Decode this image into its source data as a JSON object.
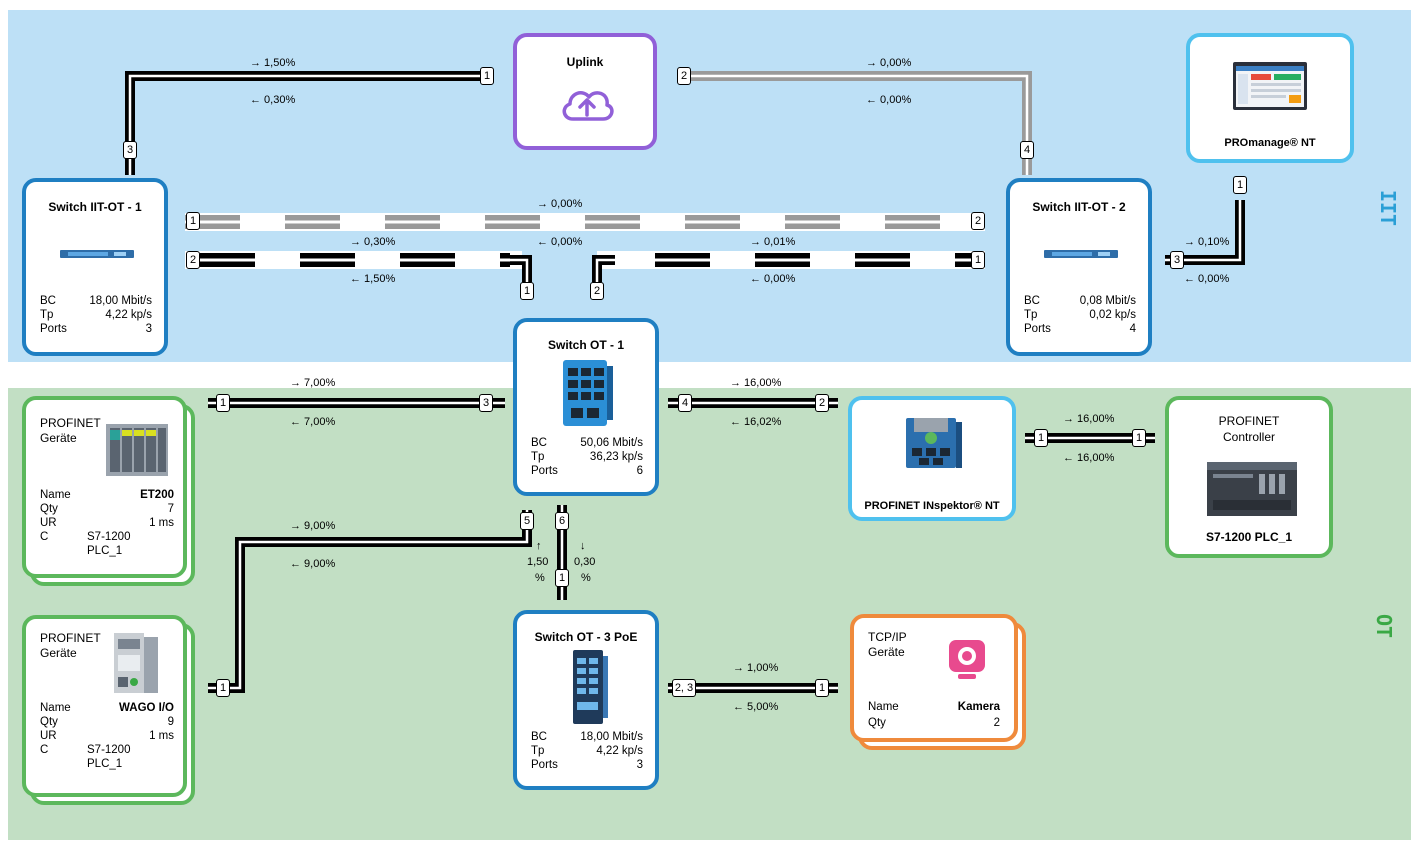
{
  "zones": {
    "iit": "IIT",
    "ot": "OT"
  },
  "colors": {
    "iit_zone": "#bde0f6",
    "ot_zone": "#c2dfc4",
    "switch": "#1f7fc2",
    "app": "#4fc1ee",
    "uplink": "#9160d8",
    "profinet": "#5cb85c",
    "tcpip": "#ef8a3c"
  },
  "uplink": {
    "title": "Uplink",
    "icon": "cloud-upload-icon"
  },
  "promanage": {
    "title": "PROmanage® NT"
  },
  "switch_iit_1": {
    "title": "Switch IIT-OT - 1",
    "bc_label": "BC",
    "bc": "18,00 Mbit/s",
    "tp_label": "Tp",
    "tp": "4,22 kp/s",
    "ports_label": "Ports",
    "ports": "3"
  },
  "switch_iit_2": {
    "title": "Switch IIT-OT - 2",
    "bc_label": "BC",
    "bc": "0,08 Mbit/s",
    "tp_label": "Tp",
    "tp": "0,02 kp/s",
    "ports_label": "Ports",
    "ports": "4"
  },
  "switch_ot_1": {
    "title": "Switch OT - 1",
    "bc_label": "BC",
    "bc": "50,06 Mbit/s",
    "tp_label": "Tp",
    "tp": "36,23 kp/s",
    "ports_label": "Ports",
    "ports": "6"
  },
  "switch_ot_3": {
    "title": "Switch OT - 3 PoE",
    "bc_label": "BC",
    "bc": "18,00 Mbit/s",
    "tp_label": "Tp",
    "tp": "4,22 kp/s",
    "ports_label": "Ports",
    "ports": "3"
  },
  "et200": {
    "type": "PROFINET",
    "type2": "Geräte",
    "name_label": "Name",
    "name": "ET200",
    "qty_label": "Qty",
    "qty": "7",
    "ur_label": "UR",
    "ur": "1 ms",
    "c_label": "C",
    "c1": "S7-1200",
    "c2": "PLC_1"
  },
  "wago": {
    "type": "PROFINET",
    "type2": "Geräte",
    "name_label": "Name",
    "name": "WAGO I/O",
    "qty_label": "Qty",
    "qty": "9",
    "ur_label": "UR",
    "ur": "1 ms",
    "c_label": "C",
    "c1": "S7-1200",
    "c2": "PLC_1"
  },
  "inspektor": {
    "title": "PROFINET INspektor® NT"
  },
  "controller": {
    "type": "PROFINET",
    "type2": "Controller",
    "title": "S7-1200 PLC_1"
  },
  "kamera": {
    "type": "TCP/IP",
    "type2": "Geräte",
    "name_label": "Name",
    "name": "Kamera",
    "qty_label": "Qty",
    "qty": "2"
  },
  "links": {
    "uplink_left": {
      "out": "→ 1,50%",
      "in": "← 0,30%"
    },
    "uplink_right": {
      "out": "→ 0,00%",
      "in": "← 0,00%"
    },
    "iit_top": {
      "out": "→ 0,00%"
    },
    "iit_mid_left": {
      "out": "→ 0,30%",
      "in": "← 1,50%"
    },
    "iit_mid_center": {
      "in": "← 0,00%"
    },
    "iit_mid_right": {
      "out": "→ 0,01%",
      "in": "← 0,00%"
    },
    "promanage": {
      "out": "→ 0,10%",
      "in": "← 0,00%"
    },
    "et200": {
      "out": "→ 7,00%",
      "in": "← 7,00%"
    },
    "inspektor": {
      "out": "→ 16,00%",
      "in": "← 16,02%"
    },
    "controller": {
      "out": "→ 16,00%",
      "in": "← 16,00%"
    },
    "wago": {
      "out": "→ 9,00%",
      "in": "← 9,00%"
    },
    "ot3_up": {
      "arrow": "↑",
      "val": "1,50",
      "unit": "%"
    },
    "ot3_down": {
      "arrow": "↓",
      "val": "0,30",
      "unit": "%"
    },
    "kamera": {
      "out": "→ 1,00%",
      "in": "← 5,00%"
    }
  },
  "ports": {
    "p_up_l": "1",
    "p_up_r": "2",
    "p_iit1_top": "3",
    "p_iit2_top": "4",
    "p_iit1_a": "1",
    "p_iit2_a": "2",
    "p_iit1_b": "2",
    "p_iit2_b": "1",
    "p_ot1_a": "1",
    "p_ot1_b": "2",
    "p_iit2_c": "3",
    "p_pm": "1",
    "p_et_l": "1",
    "p_ot1_3": "3",
    "p_ot1_4": "4",
    "p_insp_l": "2",
    "p_insp_r": "1",
    "p_ctrl": "1",
    "p_ot1_5": "5",
    "p_ot1_6": "6",
    "p_ot3_1": "1",
    "p_wago": "1",
    "p_ot3_23": "2, 3",
    "p_kam": "1"
  }
}
